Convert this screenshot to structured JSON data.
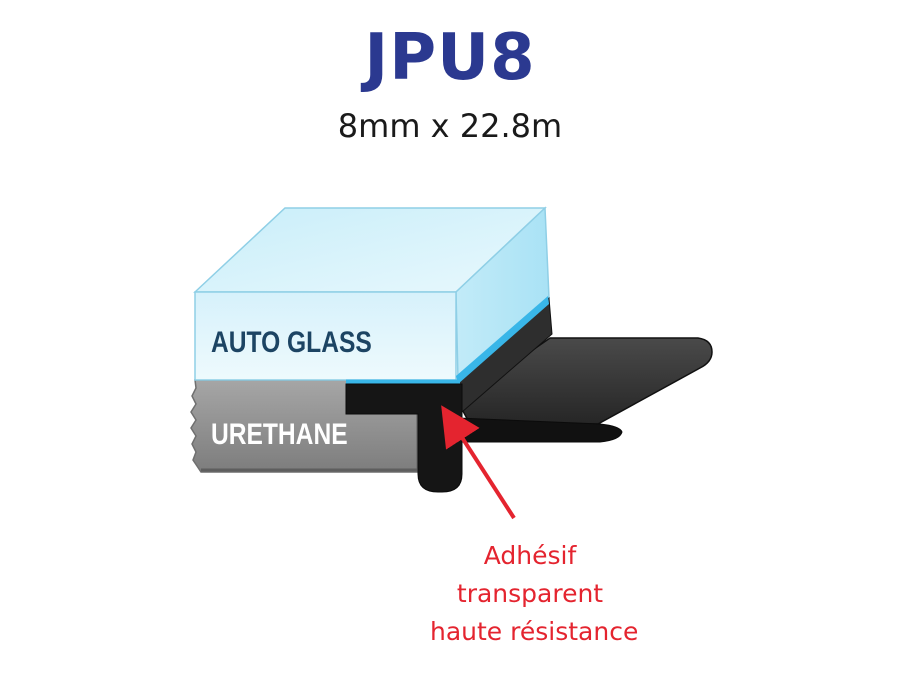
{
  "header": {
    "title": "JPU8",
    "subtitle": "8mm x 22.8m"
  },
  "layers": {
    "glass_label": "AUTO GLASS",
    "urethane_label": "URETHANE"
  },
  "callout": {
    "lines": [
      "Adhésif",
      "transparent",
      "haute résistance"
    ]
  },
  "colors": {
    "title": "#2b3990",
    "glass_front": "#dff4fb",
    "glass_label": "#1c4463",
    "adhesive_edge": "#39b6e8",
    "urethane": "#8f8f8f",
    "molding": "#1a1a1a",
    "callout": "#e4242f"
  }
}
